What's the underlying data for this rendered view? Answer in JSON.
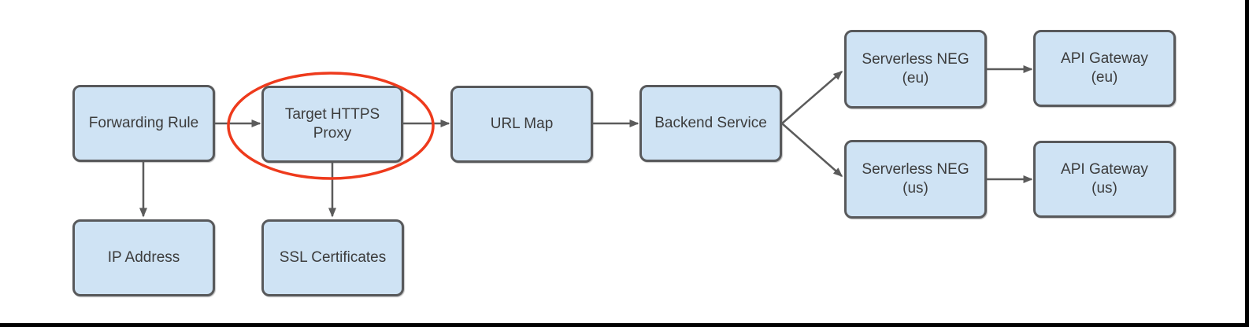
{
  "diagram": {
    "description": "Load balancer architecture flow diagram",
    "nodes": {
      "forwarding_rule": {
        "line1": "Forwarding Rule"
      },
      "target_https_proxy": {
        "line1": "Target HTTPS",
        "line2": "Proxy",
        "full_label": "Target HTTPS Proxy",
        "highlighted": true
      },
      "url_map": {
        "line1": "URL Map"
      },
      "backend_service": {
        "line1": "Backend Service"
      },
      "serverless_neg_eu": {
        "line1": "Serverless NEG",
        "line2": "(eu)"
      },
      "api_gateway_eu": {
        "line1": "API Gateway",
        "line2": "(eu)"
      },
      "serverless_neg_us": {
        "line1": "Serverless NEG",
        "line2": "(us)"
      },
      "api_gateway_us": {
        "line1": "API Gateway",
        "line2": "(us)"
      },
      "ip_address": {
        "line1": "IP Address"
      },
      "ssl_certificates": {
        "line1": "SSL Certificates"
      }
    },
    "edges": [
      {
        "from": "forwarding_rule",
        "to": "target_https_proxy"
      },
      {
        "from": "target_https_proxy",
        "to": "url_map"
      },
      {
        "from": "url_map",
        "to": "backend_service"
      },
      {
        "from": "backend_service",
        "to": "serverless_neg_eu"
      },
      {
        "from": "backend_service",
        "to": "serverless_neg_us"
      },
      {
        "from": "serverless_neg_eu",
        "to": "api_gateway_eu"
      },
      {
        "from": "serverless_neg_us",
        "to": "api_gateway_us"
      },
      {
        "from": "forwarding_rule",
        "to": "ip_address"
      },
      {
        "from": "target_https_proxy",
        "to": "ssl_certificates"
      }
    ],
    "annotation": {
      "type": "ellipse-highlight",
      "around": "target_https_proxy",
      "color": "#ee3a1c"
    },
    "colors": {
      "node_fill": "#cfe3f4",
      "node_border": "#58595b",
      "arrow": "#5b5b5b",
      "text": "#3c3c3c",
      "highlight_ellipse": "#ee3a1c",
      "frame_line": "#000000",
      "background": "#ffffff"
    }
  }
}
